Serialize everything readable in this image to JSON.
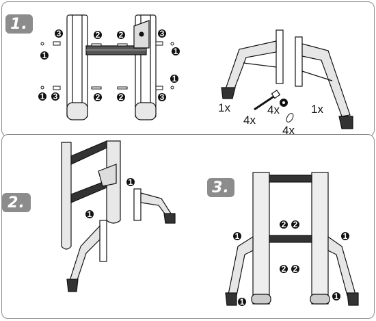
{
  "steps": [
    {
      "label": "1."
    },
    {
      "label": "2."
    },
    {
      "label": "3."
    }
  ],
  "callouts": {
    "one": "1",
    "two": "2",
    "three": "3"
  },
  "quantities": {
    "foot_left": "1x",
    "foot_right": "1x",
    "bolt": "4x",
    "nut": "4x",
    "washer": "4x"
  },
  "colors": {
    "border": "#8a8a8a",
    "tab": "#8c8c8c",
    "ink": "#111111"
  }
}
